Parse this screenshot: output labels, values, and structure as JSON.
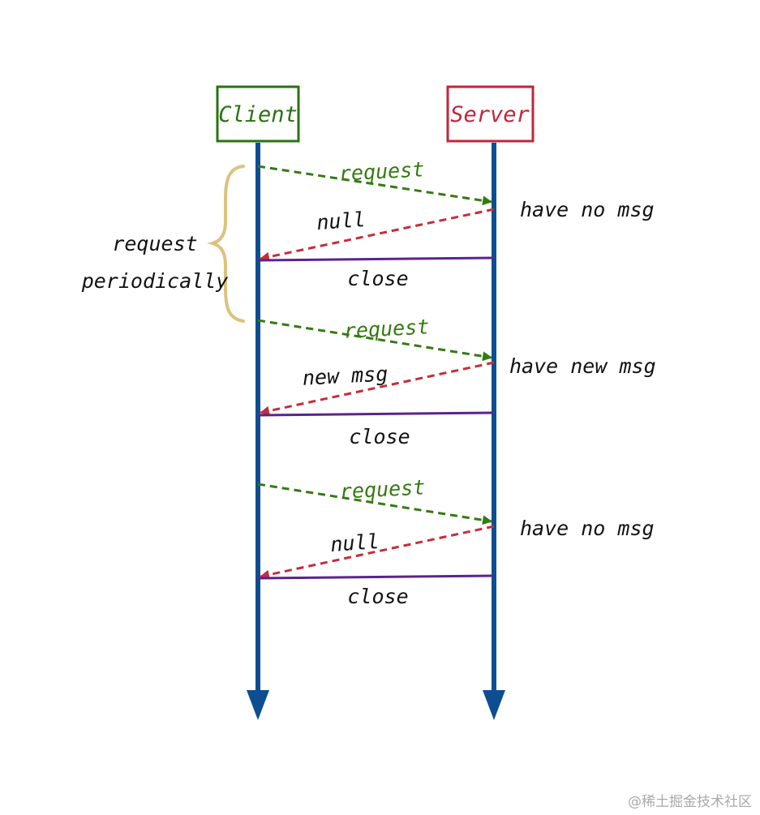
{
  "participants": {
    "client": {
      "label": "Client",
      "color": "#2a7212"
    },
    "server": {
      "label": "Server",
      "color": "#c0263a"
    }
  },
  "colors": {
    "lifeline": "#0d4e92",
    "request": "#357a12",
    "response": "#c62d3a",
    "close": "#5a2390",
    "brace": "#dcc27e",
    "text": "#111111"
  },
  "brace_label": [
    "request",
    "periodically"
  ],
  "rounds": [
    {
      "request": "request",
      "response": "null",
      "server_state": "have no msg",
      "close": "close"
    },
    {
      "request": "request",
      "response": "new msg",
      "server_state": "have new msg",
      "close": "close"
    },
    {
      "request": "request",
      "response": "null",
      "server_state": "have no msg",
      "close": "close"
    }
  ],
  "watermark": "@稀土掘金技术社区"
}
